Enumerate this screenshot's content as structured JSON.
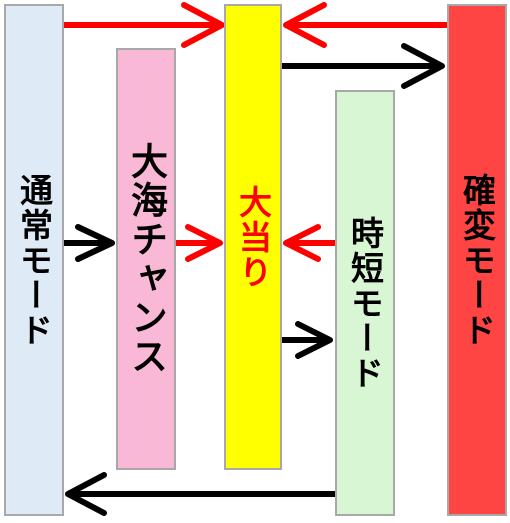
{
  "colors": {
    "normal": "#deebf7",
    "chance": "#f9b8d6",
    "hit": "#ffff00",
    "jitan": "#d8f5d4",
    "kakuhen": "#ff4444",
    "arrow_red": "#ff0000",
    "arrow_black": "#000000",
    "text_default": "#000000",
    "text_hit": "#ff0000"
  },
  "modes": {
    "normal": "通常モード",
    "chance": "大海チャンス",
    "hit": "大当り",
    "jitan": "時短モード",
    "kakuhen": "確変モード"
  }
}
